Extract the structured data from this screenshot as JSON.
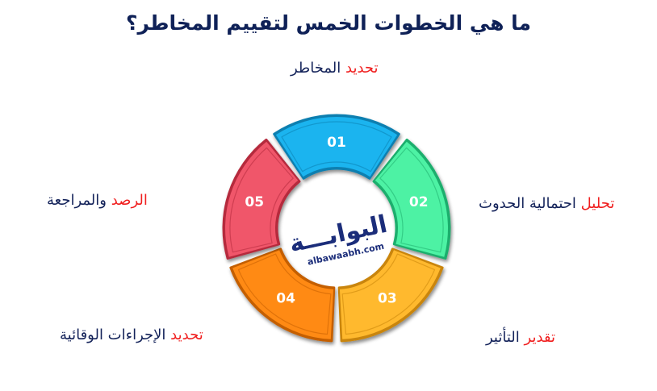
{
  "title": "ما هي الخطوات الخمس لتقييم المخاطر؟",
  "colors": {
    "title": "#0f2157",
    "label_text": "#14235a",
    "label_highlight": "#f01e1e",
    "logo": "#1b2d7a"
  },
  "logo": {
    "arabic": "البوابـــة",
    "english": "albawaabh.com"
  },
  "steps": [
    {
      "number": "01",
      "highlight": "تحديد",
      "rest": "المخاطر",
      "color": "#1bb4ef",
      "shade": "#0b7fb0",
      "position": "top"
    },
    {
      "number": "02",
      "highlight": "تحليل",
      "rest": "احتمالية الحدوث",
      "color": "#4df2a4",
      "shade": "#1fae6d",
      "position": "right"
    },
    {
      "number": "03",
      "highlight": "تقدير",
      "rest": "التأثير",
      "color": "#ffb92e",
      "shade": "#c98509",
      "position": "bottom-right"
    },
    {
      "number": "04",
      "highlight": "تحديد",
      "rest": "الإجراءات الوقائية",
      "color": "#ff8a14",
      "shade": "#c45e00",
      "position": "bottom-left"
    },
    {
      "number": "05",
      "highlight": "الرصد",
      "rest": "والمراجعة",
      "color": "#f0566a",
      "shade": "#b52a3c",
      "position": "left"
    }
  ]
}
